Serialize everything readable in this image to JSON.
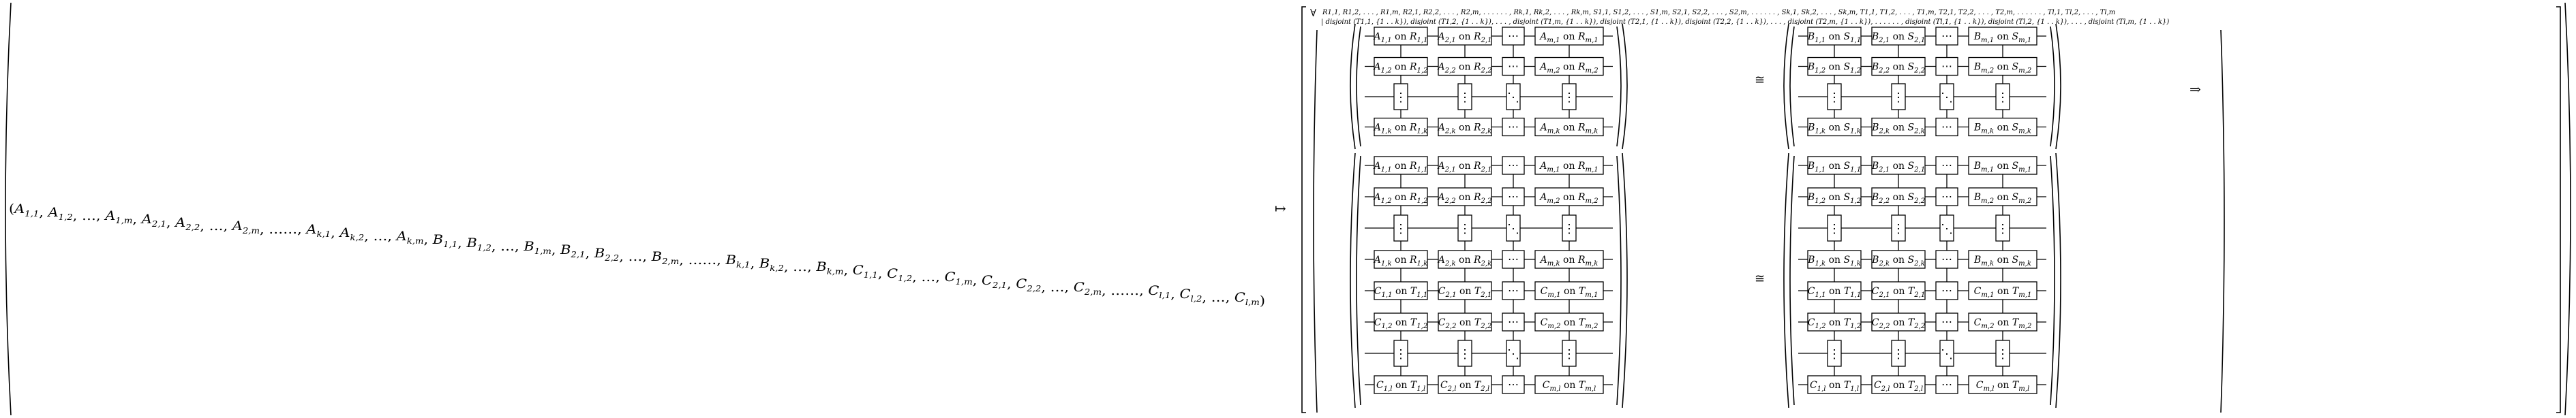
{
  "formula": {
    "map_arrow": "↦",
    "forall": "∀",
    "iso": "≅",
    "implies": "⇒",
    "quantified_vars": "R1,1, R1,2, . . . , R1,m, R2,1, R2,2, . . . , R2,m, . . . . . . , Rk,1, Rk,2, . . . , Rk,m, S1,1, S1,2, . . . , S1,m, S2,1, S2,2, . . . , S2,m, . . . . . . , Sk,1, Sk,2, . . . , Sk,m, T1,1, T1,2, . . . , T1,m, T2,1, T2,2, . . . , T2,m, . . . . . . , Tl,1, Tl,2, . . . , Tl,m",
    "condition": "| disjoint (T1,1, {1 . . k}), disjoint (T1,2, {1 . . k}), . . . , disjoint (T1,m, {1 . . k}), disjoint (T2,1, {1 . . k}), disjoint (T2,2, {1 . . k}), . . . , disjoint (T2,m, {1 . . k}), . . . . . . , disjoint (Tl,1, {1 . . k}), disjoint (Tl,2, {1 . . k}), . . . , disjoint (Tl,m, {1 . . k})",
    "variables": [
      [
        "A",
        "1,1"
      ],
      [
        "A",
        "1,2"
      ],
      [
        "",
        "…"
      ],
      [
        "A",
        "1,m"
      ],
      [
        "A",
        "2,1"
      ],
      [
        "A",
        "2,2"
      ],
      [
        "",
        "…"
      ],
      [
        "A",
        "2,m"
      ],
      [
        "",
        "……"
      ],
      [
        "A",
        "k,1"
      ],
      [
        "A",
        "k,2"
      ],
      [
        "",
        "…"
      ],
      [
        "A",
        "k,m"
      ],
      [
        "B",
        "1,1"
      ],
      [
        "B",
        "1,2"
      ],
      [
        "",
        "…"
      ],
      [
        "B",
        "1,m"
      ],
      [
        "B",
        "2,1"
      ],
      [
        "B",
        "2,2"
      ],
      [
        "",
        "…"
      ],
      [
        "B",
        "2,m"
      ],
      [
        "",
        "……"
      ],
      [
        "B",
        "k,1"
      ],
      [
        "B",
        "k,2"
      ],
      [
        "",
        "…"
      ],
      [
        "B",
        "k,m"
      ],
      [
        "C",
        "1,1"
      ],
      [
        "C",
        "1,2"
      ],
      [
        "",
        "…"
      ],
      [
        "C",
        "1,m"
      ],
      [
        "C",
        "2,1"
      ],
      [
        "C",
        "2,2"
      ],
      [
        "",
        "…"
      ],
      [
        "C",
        "2,m"
      ],
      [
        "",
        "……"
      ],
      [
        "C",
        "l,1"
      ],
      [
        "C",
        "l,2"
      ],
      [
        "",
        "…"
      ],
      [
        "C",
        "l,m"
      ]
    ],
    "diagrams": [
      {
        "id": "top-left",
        "rows": [
          [
            "A1,1 on R1,1",
            "A2,1 on R2,1",
            "⋯",
            "Am,1 on Rm,1"
          ],
          [
            "A1,2 on R1,2",
            "A2,2 on R2,2",
            "⋯",
            "Am,2 on Rm,2"
          ],
          [
            "⋮",
            "⋮",
            "⋱",
            "⋮"
          ],
          [
            "A1,k on R1,k",
            "A2,k on R2,k",
            "⋯",
            "Am,k on Rm,k"
          ]
        ]
      },
      {
        "id": "top-right",
        "rows": [
          [
            "B1,1 on S1,1",
            "B2,1 on S2,1",
            "⋯",
            "Bm,1 on Sm,1"
          ],
          [
            "B1,2 on S1,2",
            "B2,2 on S2,2",
            "⋯",
            "Bm,2 on Sm,2"
          ],
          [
            "⋮",
            "⋮",
            "⋱",
            "⋮"
          ],
          [
            "B1,k on S1,k",
            "B2,k on S2,k",
            "⋯",
            "Bm,k on Sm,k"
          ]
        ]
      },
      {
        "id": "bottom-left",
        "rows": [
          [
            "A1,1 on R1,1",
            "A2,1 on R2,1",
            "⋯",
            "Am,1 on Rm,1"
          ],
          [
            "A1,2 on R1,2",
            "A2,2 on R2,2",
            "⋯",
            "Am,2 on Rm,2"
          ],
          [
            "⋮",
            "⋮",
            "⋱",
            "⋮"
          ],
          [
            "A1,k on R1,k",
            "A2,k on R2,k",
            "⋯",
            "Am,k on Rm,k"
          ],
          [
            "C1,1 on T1,1",
            "C2,1 on T2,1",
            "⋯",
            "Cm,1 on Tm,1"
          ],
          [
            "C1,2 on T1,2",
            "C2,2 on T2,2",
            "⋯",
            "Cm,2 on Tm,2"
          ],
          [
            "⋮",
            "⋮",
            "⋱",
            "⋮"
          ],
          [
            "C1,l on T1,l",
            "C2,l on T2,l",
            "⋯",
            "Cm,l on Tm,l"
          ]
        ]
      },
      {
        "id": "bottom-right",
        "rows": [
          [
            "B1,1 on S1,1",
            "B2,1 on S2,1",
            "⋯",
            "Bm,1 on Sm,1"
          ],
          [
            "B1,2 on S1,2",
            "B2,2 on S2,2",
            "⋯",
            "Bm,2 on Sm,2"
          ],
          [
            "⋮",
            "⋮",
            "⋱",
            "⋮"
          ],
          [
            "B1,k on S1,k",
            "B2,k on S2,k",
            "⋯",
            "Bm,k on Sm,k"
          ],
          [
            "C1,1 on T1,1",
            "C2,1 on T2,1",
            "⋯",
            "Cm,1 on Tm,1"
          ],
          [
            "C1,2 on T1,2",
            "C2,2 on T2,2",
            "⋯",
            "Cm,2 on Tm,2"
          ],
          [
            "⋮",
            "⋮",
            "⋱",
            "⋮"
          ],
          [
            "C1,l on T1,l",
            "C2,l on T2,l",
            "⋯",
            "Cm,l on Tm,l"
          ]
        ]
      }
    ]
  }
}
